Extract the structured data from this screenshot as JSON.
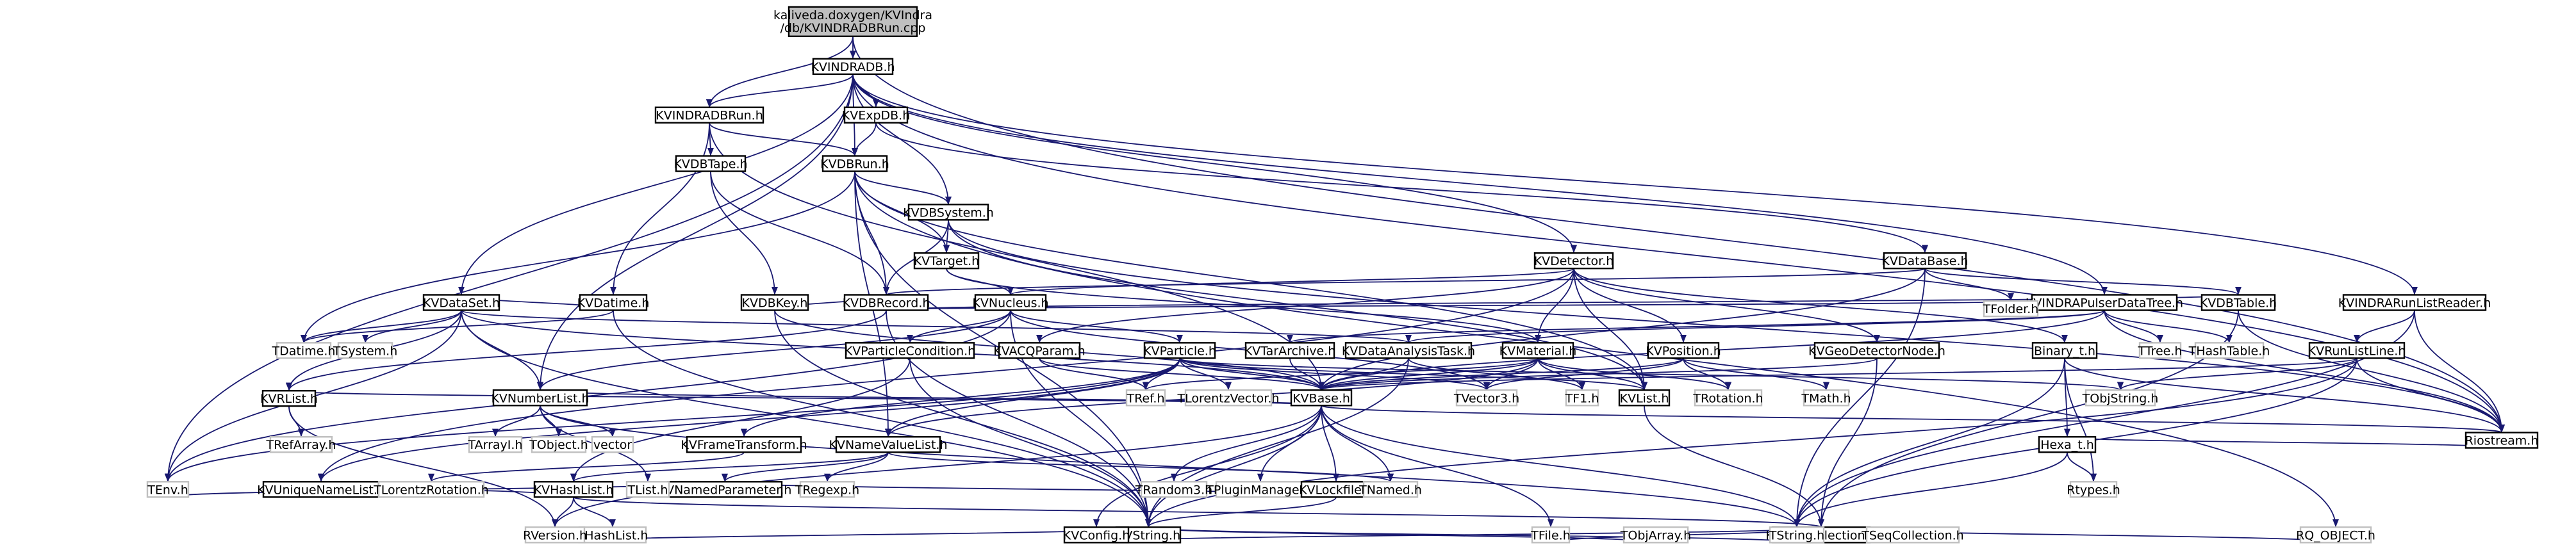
{
  "diagram": {
    "root_label": [
      "kaliveda.doxygen/KVIndra",
      "/db/KVINDRADBRun.cpp"
    ],
    "nodes": [
      {
        "id": "root",
        "label": "kaliveda.doxygen/KVIndra/db/KVINDRADBRun.cpp",
        "root": true
      },
      {
        "id": "KVINDRADB",
        "label": "KVINDRADB.h"
      },
      {
        "id": "Riostream",
        "label": "Riostream.h"
      },
      {
        "id": "KVINDRADBRun",
        "label": "KVINDRADBRun.h"
      },
      {
        "id": "KVExpDB",
        "label": "KVExpDB.h"
      },
      {
        "id": "KVDataSet",
        "label": "KVDataSet.h"
      },
      {
        "id": "KVDatime",
        "label": "KVDatime.h"
      },
      {
        "id": "KVDBTape",
        "label": "KVDBTape.h"
      },
      {
        "id": "KVDBRun",
        "label": "KVDBRun.h"
      },
      {
        "id": "KVDBSystem",
        "label": "KVDBSystem.h"
      },
      {
        "id": "KVDetector",
        "label": "KVDetector.h"
      },
      {
        "id": "KVDataBase",
        "label": "KVDataBase.h"
      },
      {
        "id": "KVTarget",
        "label": "KVTarget.h"
      },
      {
        "id": "KVDBRecord",
        "label": "KVDBRecord.h"
      },
      {
        "id": "KVDBKey",
        "label": "KVDBKey.h"
      },
      {
        "id": "KVNucleus",
        "label": "KVNucleus.h"
      },
      {
        "id": "KVINDRAPulserDataTree",
        "label": "KVINDRAPulserDataTree.h"
      },
      {
        "id": "KVDBTable",
        "label": "KVDBTable.h"
      },
      {
        "id": "KVINDRARunListReader",
        "label": "KVINDRARunListReader.h"
      },
      {
        "id": "KVRunListLine",
        "label": "KVRunListLine.h"
      },
      {
        "id": "TDatime",
        "label": "TDatime.h",
        "external": true
      },
      {
        "id": "TSystem",
        "label": "TSystem.h",
        "external": true
      },
      {
        "id": "KVRList",
        "label": "KVRList.h"
      },
      {
        "id": "KVNumberList",
        "label": "KVNumberList.h"
      },
      {
        "id": "KVParticleCondition",
        "label": "KVParticleCondition.h"
      },
      {
        "id": "KVACQParam",
        "label": "KVACQParam.h"
      },
      {
        "id": "KVParticle",
        "label": "KVParticle.h"
      },
      {
        "id": "KVTarArchive",
        "label": "KVTarArchive.h"
      },
      {
        "id": "KVDataAnalysisTask",
        "label": "KVDataAnalysisTask.h"
      },
      {
        "id": "KVMaterial",
        "label": "KVMaterial.h"
      },
      {
        "id": "KVPosition",
        "label": "KVPosition.h"
      },
      {
        "id": "KVGeoDetectorNode",
        "label": "KVGeoDetectorNode.h"
      },
      {
        "id": "Binary_t",
        "label": "Binary_t.h"
      },
      {
        "id": "TFolder",
        "label": "TFolder.h",
        "external": true
      },
      {
        "id": "TTree",
        "label": "TTree.h",
        "external": true
      },
      {
        "id": "THashTable",
        "label": "THashTable.h",
        "external": true
      },
      {
        "id": "TRefArray",
        "label": "TRefArray.h",
        "external": true
      },
      {
        "id": "TArrayI",
        "label": "TArrayI.h",
        "external": true
      },
      {
        "id": "TObject",
        "label": "TObject.h",
        "external": true
      },
      {
        "id": "vector",
        "label": "vector",
        "external": true
      },
      {
        "id": "KVUniqueNameList",
        "label": "KVUniqueNameList.h"
      },
      {
        "id": "KVFrameTransform",
        "label": "KVFrameTransform.h"
      },
      {
        "id": "KVNameValueList",
        "label": "KVNameValueList.h"
      },
      {
        "id": "TRef",
        "label": "TRef.h",
        "external": true
      },
      {
        "id": "TLorentzVector",
        "label": "TLorentzVector.h",
        "external": true
      },
      {
        "id": "KVBase",
        "label": "KVBase.h"
      },
      {
        "id": "TVector3",
        "label": "TVector3.h",
        "external": true
      },
      {
        "id": "TF1",
        "label": "TF1.h",
        "external": true
      },
      {
        "id": "KVList",
        "label": "KVList.h"
      },
      {
        "id": "TRotation",
        "label": "TRotation.h",
        "external": true
      },
      {
        "id": "TMath",
        "label": "TMath.h",
        "external": true
      },
      {
        "id": "TObjString",
        "label": "TObjString.h",
        "external": true
      },
      {
        "id": "Hexa_t",
        "label": "Hexa_t.h"
      },
      {
        "id": "Rtypes",
        "label": "Rtypes.h",
        "external": true
      },
      {
        "id": "TLorentzRotation",
        "label": "TLorentzRotation.h",
        "external": true
      },
      {
        "id": "KVHashList",
        "label": "KVHashList.h"
      },
      {
        "id": "KVNamedParameter",
        "label": "KVNamedParameter.h"
      },
      {
        "id": "TRegexp",
        "label": "TRegexp.h",
        "external": true
      },
      {
        "id": "TList",
        "label": "TList.h",
        "external": true
      },
      {
        "id": "TRandom3",
        "label": "TRandom3.h",
        "external": true
      },
      {
        "id": "TPluginManager",
        "label": "TPluginManager.h",
        "external": true
      },
      {
        "id": "KVLockfile",
        "label": "KVLockfile.h"
      },
      {
        "id": "TNamed",
        "label": "TNamed.h",
        "external": true
      },
      {
        "id": "TEnv",
        "label": "TEnv.h",
        "external": true
      },
      {
        "id": "THashList",
        "label": "THashList.h",
        "external": true
      },
      {
        "id": "KVString",
        "label": "KVString.h"
      },
      {
        "id": "KVSeqCollection",
        "label": "KVSeqCollection.h"
      },
      {
        "id": "RVersion",
        "label": "RVersion.h",
        "external": true
      },
      {
        "id": "KVConfig",
        "label": "KVConfig.h"
      },
      {
        "id": "TFile",
        "label": "TFile.h",
        "external": true
      },
      {
        "id": "TObjArray",
        "label": "TObjArray.h",
        "external": true
      },
      {
        "id": "TString",
        "label": "TString.h",
        "external": true
      },
      {
        "id": "TSeqCollection",
        "label": "TSeqCollection.h",
        "external": true
      },
      {
        "id": "RQ_OBJECT",
        "label": "RQ_OBJECT.h",
        "external": true
      }
    ],
    "edges": [
      [
        "root",
        "KVINDRADB"
      ],
      [
        "root",
        "Riostream"
      ],
      [
        "root",
        "KVINDRADBRun"
      ],
      [
        "KVINDRADB",
        "KVINDRADBRun"
      ],
      [
        "KVINDRADB",
        "KVExpDB"
      ],
      [
        "KVINDRADB",
        "KVDataSet"
      ],
      [
        "KVINDRADB",
        "KVDBSystem"
      ],
      [
        "KVINDRADB",
        "KVDetector"
      ],
      [
        "KVINDRADB",
        "KVINDRAPulserDataTree"
      ],
      [
        "KVINDRADB",
        "KVINDRARunListReader"
      ],
      [
        "KVINDRADB",
        "KVNumberList"
      ],
      [
        "KVINDRADB",
        "TEnv"
      ],
      [
        "KVINDRADB",
        "Riostream"
      ],
      [
        "KVINDRADB",
        "KVDBRun"
      ],
      [
        "KVINDRADBRun",
        "KVDBRun"
      ],
      [
        "KVINDRADBRun",
        "KVDBTape"
      ],
      [
        "KVINDRADBRun",
        "KVDatime"
      ],
      [
        "KVINDRADBRun",
        "KVBase"
      ],
      [
        "KVExpDB",
        "KVDBRun"
      ],
      [
        "KVExpDB",
        "KVDataBase"
      ],
      [
        "KVDBTape",
        "KVDBRecord"
      ],
      [
        "KVDBTape",
        "KVDBKey"
      ],
      [
        "KVDBRun",
        "KVDBSystem"
      ],
      [
        "KVDBRun",
        "KVDBRecord"
      ],
      [
        "KVDBRun",
        "KVTarget"
      ],
      [
        "KVDBRun",
        "TDatime"
      ],
      [
        "KVDBRun",
        "KVString"
      ],
      [
        "KVDBRun",
        "KVList"
      ],
      [
        "KVDBRun",
        "RQ_OBJECT"
      ],
      [
        "KVDBRun",
        "KVNameValueList"
      ],
      [
        "KVDBSystem",
        "KVDBRecord"
      ],
      [
        "KVDBSystem",
        "KVTarget"
      ],
      [
        "KVDBSystem",
        "KVList"
      ],
      [
        "KVDBSystem",
        "Riostream"
      ],
      [
        "KVTarget",
        "KVNucleus"
      ],
      [
        "KVTarget",
        "KVMaterial"
      ],
      [
        "KVDetector",
        "KVMaterial"
      ],
      [
        "KVDetector",
        "KVPosition"
      ],
      [
        "KVDetector",
        "KVList"
      ],
      [
        "KVDetector",
        "KVNucleus"
      ],
      [
        "KVDetector",
        "KVACQParam"
      ],
      [
        "KVDetector",
        "KVGeoDetectorNode"
      ],
      [
        "KVDetector",
        "Binary_t"
      ],
      [
        "KVDetector",
        "KVUniqueNameList"
      ],
      [
        "KVDataBase",
        "KVDBTable"
      ],
      [
        "KVDataBase",
        "TFolder"
      ],
      [
        "KVDataBase",
        "KVDBRecord"
      ],
      [
        "KVDataBase",
        "KVBase"
      ],
      [
        "KVDataBase",
        "TString"
      ],
      [
        "KVDBRecord",
        "KVDBKey"
      ],
      [
        "KVDBRecord",
        "KVRList"
      ],
      [
        "KVDBRecord",
        "KVString"
      ],
      [
        "KVDBRecord",
        "TFolder"
      ],
      [
        "KVDBKey",
        "KVBase"
      ],
      [
        "KVDBKey",
        "KVString"
      ],
      [
        "KVNucleus",
        "KVParticle"
      ],
      [
        "KVNucleus",
        "KVNumberList"
      ],
      [
        "KVNucleus",
        "KVParticleCondition"
      ],
      [
        "KVNucleus",
        "TVector3"
      ],
      [
        "KVNucleus",
        "TEnv"
      ],
      [
        "KVNucleus",
        "KVString"
      ],
      [
        "KVINDRAPulserDataTree",
        "TTree"
      ],
      [
        "KVINDRAPulserDataTree",
        "THashTable"
      ],
      [
        "KVINDRAPulserDataTree",
        "KVTarArchive"
      ],
      [
        "KVINDRAPulserDataTree",
        "KVDataAnalysisTask"
      ],
      [
        "KVINDRAPulserDataTree",
        "KVBase"
      ],
      [
        "KVINDRAPulserDataTree",
        "Riostream"
      ],
      [
        "KVDBTable",
        "KVDBRecord"
      ],
      [
        "KVDBTable",
        "KVSeqCollection"
      ],
      [
        "KVDBTable",
        "Riostream"
      ],
      [
        "KVINDRARunListReader",
        "KVRunListLine"
      ],
      [
        "KVINDRARunListReader",
        "Riostream"
      ],
      [
        "KVINDRARunListReader",
        "TString"
      ],
      [
        "KVRunListLine",
        "KVString"
      ],
      [
        "KVRunListLine",
        "Riostream"
      ],
      [
        "KVRunListLine",
        "TObjString"
      ],
      [
        "KVRunListLine",
        "KVBase"
      ],
      [
        "KVRunListLine",
        "TString"
      ],
      [
        "KVDataSet",
        "KVDatime"
      ],
      [
        "KVDataSet",
        "TDatime"
      ],
      [
        "KVDataSet",
        "TSystem"
      ],
      [
        "KVDataSet",
        "KVRList"
      ],
      [
        "KVDataSet",
        "KVNumberList"
      ],
      [
        "KVDataSet",
        "KVBase"
      ],
      [
        "KVDataSet",
        "KVString"
      ],
      [
        "KVDataSet",
        "TEnv"
      ],
      [
        "KVDataSet",
        "KVDataAnalysisTask"
      ],
      [
        "KVDatime",
        "TDatime"
      ],
      [
        "KVDatime",
        "KVString"
      ],
      [
        "KVRList",
        "TRefArray"
      ],
      [
        "KVRList",
        "KVBase"
      ],
      [
        "KVRList",
        "RVersion"
      ],
      [
        "KVNumberList",
        "TArrayI"
      ],
      [
        "KVNumberList",
        "TObject"
      ],
      [
        "KVNumberList",
        "vector"
      ],
      [
        "KVNumberList",
        "TString"
      ],
      [
        "KVNumberList",
        "TList"
      ],
      [
        "KVNumberList",
        "KVBase"
      ],
      [
        "KVParticleCondition",
        "KVString"
      ],
      [
        "KVParticleCondition",
        "KVHashList"
      ],
      [
        "KVACQParam",
        "KVBase"
      ],
      [
        "KVACQParam",
        "TRef"
      ],
      [
        "KVParticle",
        "KVFrameTransform"
      ],
      [
        "KVParticle",
        "KVNameValueList"
      ],
      [
        "KVParticle",
        "TRef"
      ],
      [
        "KVParticle",
        "TLorentzVector"
      ],
      [
        "KVParticle",
        "KVBase"
      ],
      [
        "KVParticle",
        "TVector3"
      ],
      [
        "KVParticle",
        "KVUniqueNameList"
      ],
      [
        "KVParticle",
        "KVList"
      ],
      [
        "KVParticle",
        "TObjString"
      ],
      [
        "KVParticle",
        "TEnv"
      ],
      [
        "KVTarArchive",
        "KVBase"
      ],
      [
        "KVDataAnalysisTask",
        "KVBase"
      ],
      [
        "KVDataAnalysisTask",
        "KVString"
      ],
      [
        "KVDataAnalysisTask",
        "TF1"
      ],
      [
        "KVMaterial",
        "KVBase"
      ],
      [
        "KVMaterial",
        "TVector3"
      ],
      [
        "KVMaterial",
        "TF1"
      ],
      [
        "KVMaterial",
        "KVList"
      ],
      [
        "KVMaterial",
        "TRotation"
      ],
      [
        "KVMaterial",
        "TRef"
      ],
      [
        "KVMaterial",
        "KVNameValueList"
      ],
      [
        "KVPosition",
        "TRotation"
      ],
      [
        "KVPosition",
        "TVector3"
      ],
      [
        "KVPosition",
        "TMath"
      ],
      [
        "KVPosition",
        "KVBase"
      ],
      [
        "KVGeoDetectorNode",
        "KVBase"
      ],
      [
        "KVGeoDetectorNode",
        "KVSeqCollection"
      ],
      [
        "Binary_t",
        "Hexa_t"
      ],
      [
        "Binary_t",
        "Rtypes"
      ],
      [
        "Binary_t",
        "TString"
      ],
      [
        "Binary_t",
        "Riostream"
      ],
      [
        "Hexa_t",
        "Rtypes"
      ],
      [
        "Hexa_t",
        "TString"
      ],
      [
        "Hexa_t",
        "Riostream"
      ],
      [
        "KVUniqueNameList",
        "KVHashList"
      ],
      [
        "KVFrameTransform",
        "TLorentzRotation"
      ],
      [
        "KVNameValueList",
        "KVHashList"
      ],
      [
        "KVNameValueList",
        "KVNamedParameter"
      ],
      [
        "KVNameValueList",
        "TRegexp"
      ],
      [
        "KVNameValueList",
        "TNamed"
      ],
      [
        "KVBase",
        "TRandom3"
      ],
      [
        "KVBase",
        "TPluginManager"
      ],
      [
        "KVBase",
        "KVLockfile"
      ],
      [
        "KVBase",
        "TNamed"
      ],
      [
        "KVBase",
        "KVString"
      ],
      [
        "KVBase",
        "RVersion"
      ],
      [
        "KVBase",
        "KVConfig"
      ],
      [
        "KVBase",
        "TFile"
      ],
      [
        "KVBase",
        "TString"
      ],
      [
        "KVBase",
        "Riostream"
      ],
      [
        "KVList",
        "KVSeqCollection"
      ],
      [
        "KVLockfile",
        "KVString"
      ],
      [
        "KVHashList",
        "THashList"
      ],
      [
        "KVHashList",
        "KVSeqCollection"
      ],
      [
        "KVHashList",
        "RVersion"
      ],
      [
        "KVNamedParameter",
        "TEnv"
      ],
      [
        "KVNamedParameter",
        "TNamed"
      ],
      [
        "KVString",
        "TString"
      ],
      [
        "KVString",
        "TObjArray"
      ],
      [
        "KVString",
        "RVersion"
      ],
      [
        "KVString",
        "KVConfig"
      ],
      [
        "KVSeqCollection",
        "TSeqCollection"
      ],
      [
        "KVSeqCollection",
        "RQ_OBJECT"
      ],
      [
        "KVSeqCollection",
        "KVConfig"
      ],
      [
        "KVSeqCollection",
        "TFile"
      ]
    ]
  }
}
